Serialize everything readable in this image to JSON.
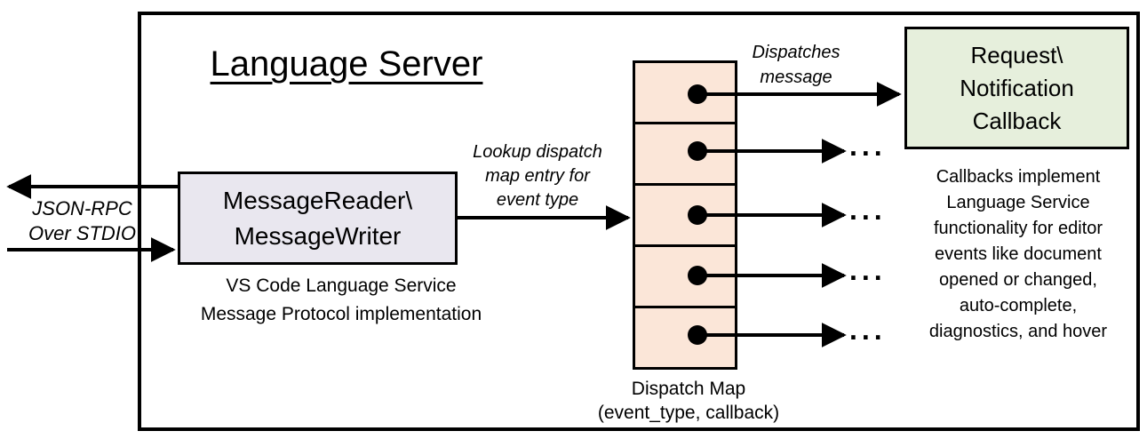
{
  "title": "Language Server",
  "io_label": {
    "lines": [
      "JSON-RPC",
      "Over STDIO"
    ]
  },
  "reader_box": {
    "lines": [
      "MessageReader\\",
      "MessageWriter"
    ]
  },
  "reader_caption": {
    "lines": [
      "VS Code Language Service",
      "Message Protocol implementation"
    ]
  },
  "lookup_label": {
    "lines": [
      "Lookup dispatch",
      "map entry for",
      "event type"
    ]
  },
  "dispatches_label": {
    "lines": [
      "Dispatches",
      "message"
    ]
  },
  "callback_box": {
    "lines": [
      "Request\\",
      "Notification",
      "Callback"
    ]
  },
  "callbacks_note": {
    "lines": [
      "Callbacks implement",
      "Language Service",
      "functionality for editor",
      "events like document",
      "opened or changed,",
      "auto-complete,",
      "diagnostics, and hover"
    ]
  },
  "dispatch_map": {
    "caption_lines": [
      "Dispatch Map",
      "(event_type, callback)"
    ],
    "rows": 5,
    "ellipsis": "..."
  },
  "colors": {
    "reader_box_fill": "#e9e7ef",
    "dispatch_cell_fill": "#fbe6d8",
    "callback_box_fill": "#e6efdc",
    "line": "#000000"
  }
}
